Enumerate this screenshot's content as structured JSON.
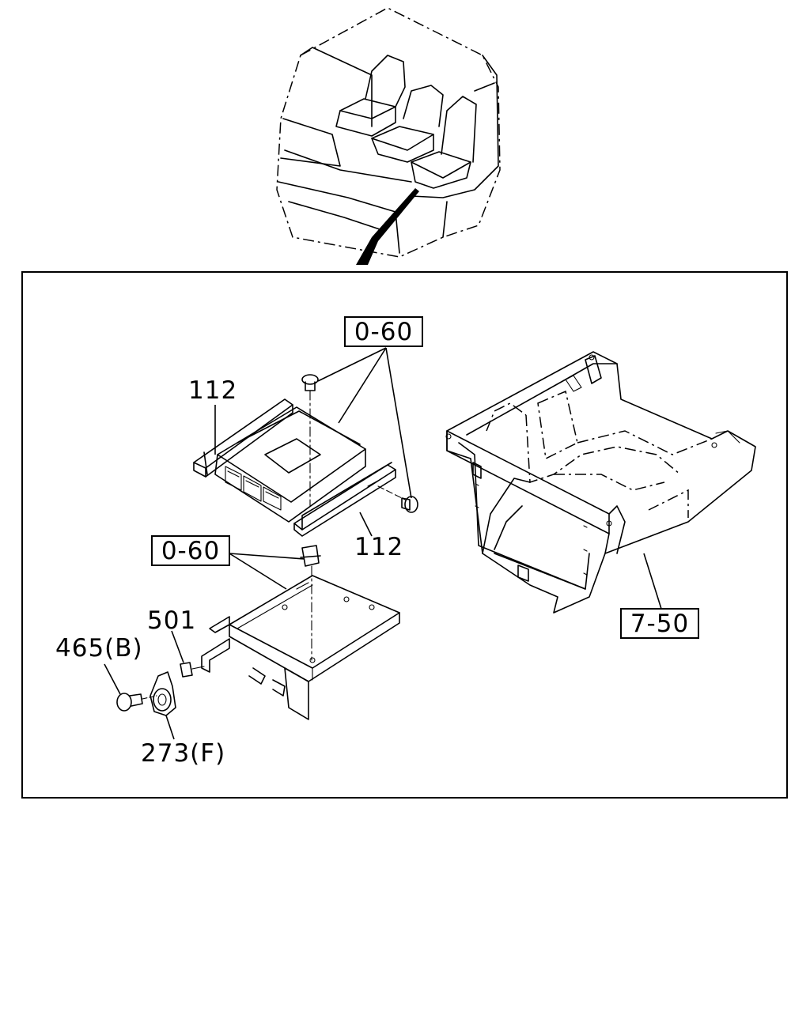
{
  "callouts": {
    "ref_top": "0-60",
    "ref_left": "0-60",
    "ref_floor": "7-50",
    "part_bracket_upper": "112",
    "part_bracket_lower": "112",
    "part_501": "501",
    "part_465": "465(B)",
    "part_273": "273(F)"
  }
}
